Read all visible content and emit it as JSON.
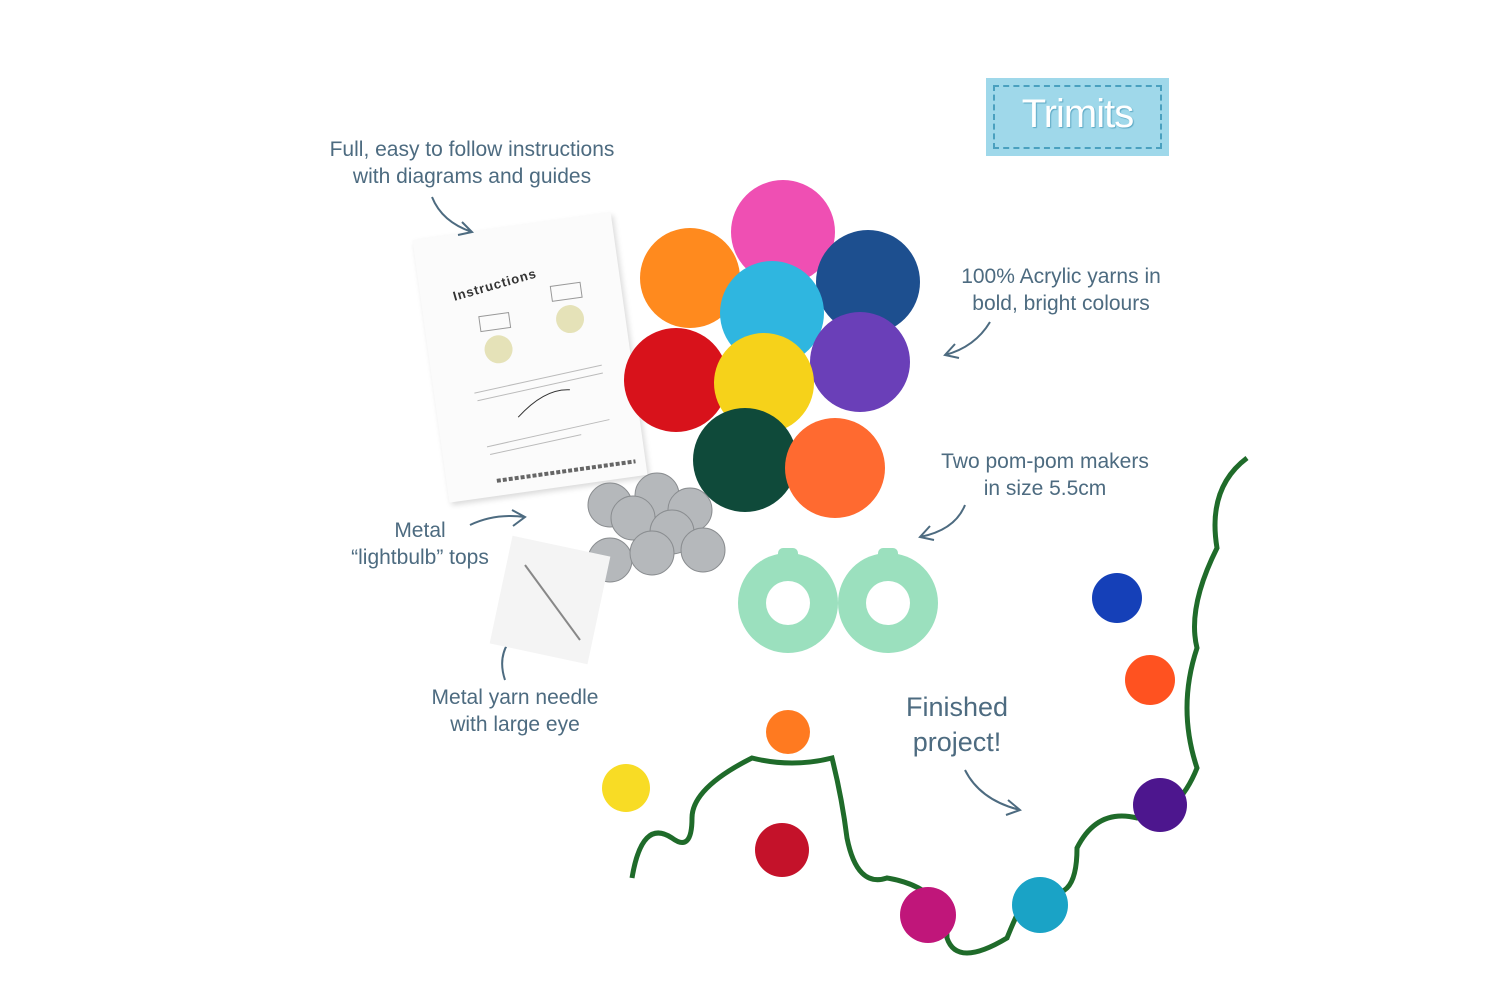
{
  "logo": {
    "text": "Trimits"
  },
  "booklet": {
    "heading": "Instructions"
  },
  "captions": {
    "instructions": [
      "Full, easy to follow instructions",
      "with diagrams and guides"
    ],
    "yarns": [
      "100% Acrylic yarns in",
      "bold, bright colours"
    ],
    "makers": [
      "Two pom-pom makers",
      "in size 5.5cm"
    ],
    "tops": [
      "Metal",
      "“lightbulb” tops"
    ],
    "needle": [
      "Metal yarn needle",
      "with large eye"
    ],
    "finished": [
      "Finished",
      "project!"
    ]
  },
  "colors": {
    "caption": "#4d6b80",
    "logo_bg": "#9fd8ea",
    "yarn": [
      "#f7a",
      "#ff8a1e",
      "#1d4f8f",
      "#2fb6e0",
      "#6a3fb8",
      "#d8121b",
      "#f6d21a",
      "#0f4a3a",
      "#ff6a30"
    ]
  }
}
